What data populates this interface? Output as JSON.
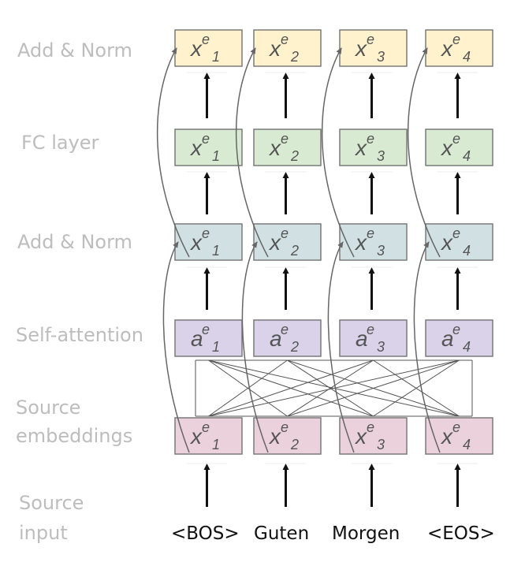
{
  "row_labels": {
    "add_norm_top": "Add & Norm",
    "fc_layer": "FC layer",
    "add_norm_mid": "Add & Norm",
    "self_attention": "Self-attention",
    "source_embeddings_line1": "Source",
    "source_embeddings_line2": "embeddings",
    "source_input_line1": "Source",
    "source_input_line2": "input"
  },
  "tokens": [
    "<BOS>",
    "Guten",
    "Morgen",
    "<EOS>"
  ],
  "rows": [
    {
      "id": "add-norm-top",
      "symbol": "x",
      "sup": "e",
      "subs": [
        "1",
        "2",
        "3",
        "4"
      ],
      "fill": "#fff2cc"
    },
    {
      "id": "fc-layer",
      "symbol": "x",
      "sup": "e",
      "subs": [
        "1",
        "2",
        "3",
        "4"
      ],
      "fill": "#d9ead3"
    },
    {
      "id": "add-norm-mid",
      "symbol": "x",
      "sup": "e",
      "subs": [
        "1",
        "2",
        "3",
        "4"
      ],
      "fill": "#d0e0e3"
    },
    {
      "id": "self-attention",
      "symbol": "a",
      "sup": "e",
      "subs": [
        "1",
        "2",
        "3",
        "4"
      ],
      "fill": "#d9d2e9"
    },
    {
      "id": "source-embeddings",
      "symbol": "x",
      "sup": "e",
      "subs": [
        "1",
        "2",
        "3",
        "4"
      ],
      "fill": "#ead1dc"
    }
  ]
}
